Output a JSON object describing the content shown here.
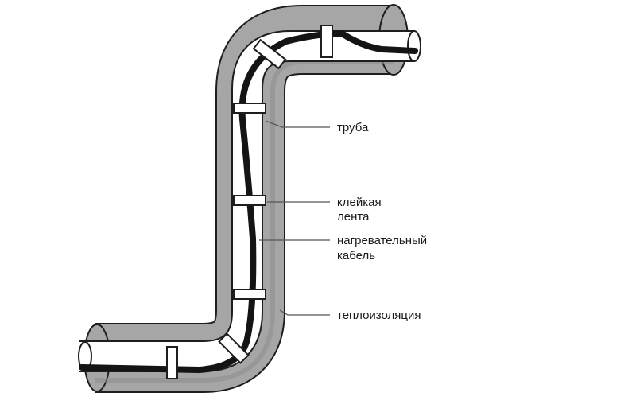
{
  "labels": {
    "pipe": "труба",
    "tape_line1": "клейкая",
    "tape_line2": "лента",
    "cable_line1": "нагревательный",
    "cable_line2": "кабель",
    "insulation": "теплоизоляция"
  },
  "colors": {
    "background": "#ffffff",
    "insulation": "#a6a6a6",
    "pipe": "#ffffff",
    "cable": "#141414",
    "tape": "#ffffff",
    "outline": "#1e1e1e",
    "leader": "#555555"
  }
}
